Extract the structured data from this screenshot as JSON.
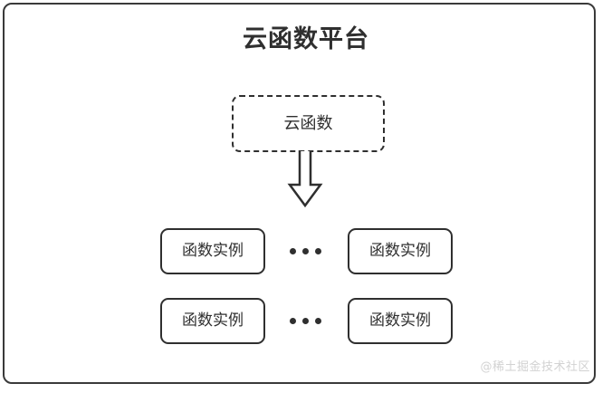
{
  "diagram": {
    "title": "云函数平台",
    "cloud_function": {
      "label": "云函数",
      "style": "dashed-rounded-box"
    },
    "arrow": {
      "icon": "down-block-arrow",
      "direction": "down"
    },
    "instance_rows": [
      {
        "left_label": "函数实例",
        "ellipsis": "···",
        "right_label": "函数实例"
      },
      {
        "left_label": "函数实例",
        "ellipsis": "···",
        "right_label": "函数实例"
      }
    ],
    "watermark": "@稀土掘金技术社区",
    "colors": {
      "stroke": "#2f2f2f",
      "frame_stroke": "#3a3a3a",
      "background": "#ffffff",
      "watermark": "#d2d2d2"
    }
  }
}
